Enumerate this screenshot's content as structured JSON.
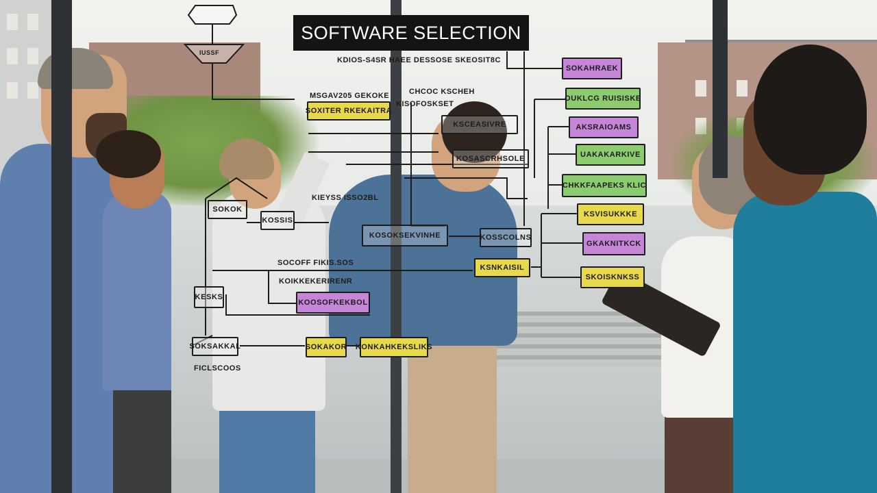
{
  "title": "SOFTWARE SELECTION",
  "subtitle": "KDIOS-S4SR HAEE DESSOSE SKEOSIT8C",
  "labels": {
    "top_shape": "IUSSF",
    "left_heading": "MSGAV205 GEKOKE",
    "mid_heading": "CHCOC KSCHEH",
    "mid_sub": "KISOFOSKSET",
    "left_sub": "KIEYSS ISSO2BL",
    "mid_left": "SOCOFF FIKIS.SOS",
    "mid_left_sub": "KOIKKEKERIRENR",
    "bottom_left": "FICLSCOOS"
  },
  "nodes": {
    "yellow_left_top": "SOXITER RKEKAITRA",
    "clear_center_top": "KSCEASIVRE",
    "clear_center": "KOSASCRHSOLE",
    "small_left_1": "SOKOK",
    "small_left_2": "KOSSIS",
    "small_left_3": "KESKS",
    "bottom_left_box": "SOKSAKKAL",
    "violet_center": "KOOSOFKEKBOL",
    "center_box": "KOSOKSEKVINHE",
    "clear_right_center": "KOSSCOLNS",
    "yellow_center_low": "KSNKAISIL",
    "yellow_bottom_1": "SOKAKOR",
    "yellow_bottom_2": "KONKAHKEKSLIKS",
    "right_1": "SOKAHRAEK",
    "right_2": "OUKLCG RUISISKE",
    "right_3": "AKSRAIOAMS",
    "right_4": "UAKAKARKIVE",
    "right_5": "CHKKFAAPEKS KLIC",
    "right_6": "KSVISUKKKE",
    "right_7": "GKAKNITKCK",
    "right_8": "SKOISKNKSS"
  },
  "colors": {
    "yellow": "#e8d84b",
    "violet": "#c586d8",
    "green": "#8ccc6e",
    "banner": "#141414"
  }
}
